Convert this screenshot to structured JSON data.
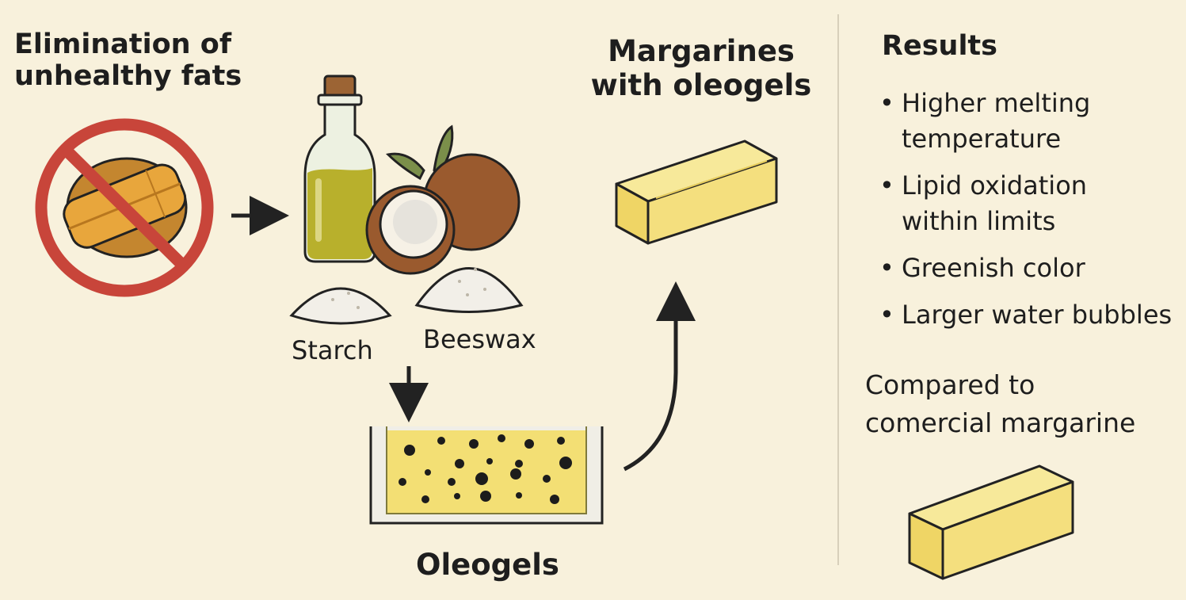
{
  "sections": {
    "elimination_title": [
      "Elimination of",
      "unhealthy fats"
    ],
    "margarines_title": [
      "Margarines",
      "with oleogels"
    ],
    "results_title": "Results"
  },
  "ingredients": {
    "starch_label": "Starch",
    "beeswax_label": "Beeswax"
  },
  "oleogels_label": "Oleogels",
  "results": [
    {
      "bullet": "•",
      "lines": [
        "Higher melting",
        "temperature"
      ]
    },
    {
      "bullet": "•",
      "lines": [
        "Lipid oxidation",
        "within limits"
      ]
    },
    {
      "bullet": "•",
      "lines": [
        "Greenish color"
      ]
    },
    {
      "bullet": "•",
      "lines": [
        "Larger water bubbles"
      ]
    }
  ],
  "comparison": [
    "Compared to",
    "comercial margarine"
  ],
  "colors": {
    "background": "#f8f1dc",
    "prohibition_red": "#c8453a",
    "butter_yellow": "#f4df7e",
    "oil_green": "#b8b02c",
    "coconut_brown": "#9a5a2e",
    "arrow": "#222222"
  }
}
